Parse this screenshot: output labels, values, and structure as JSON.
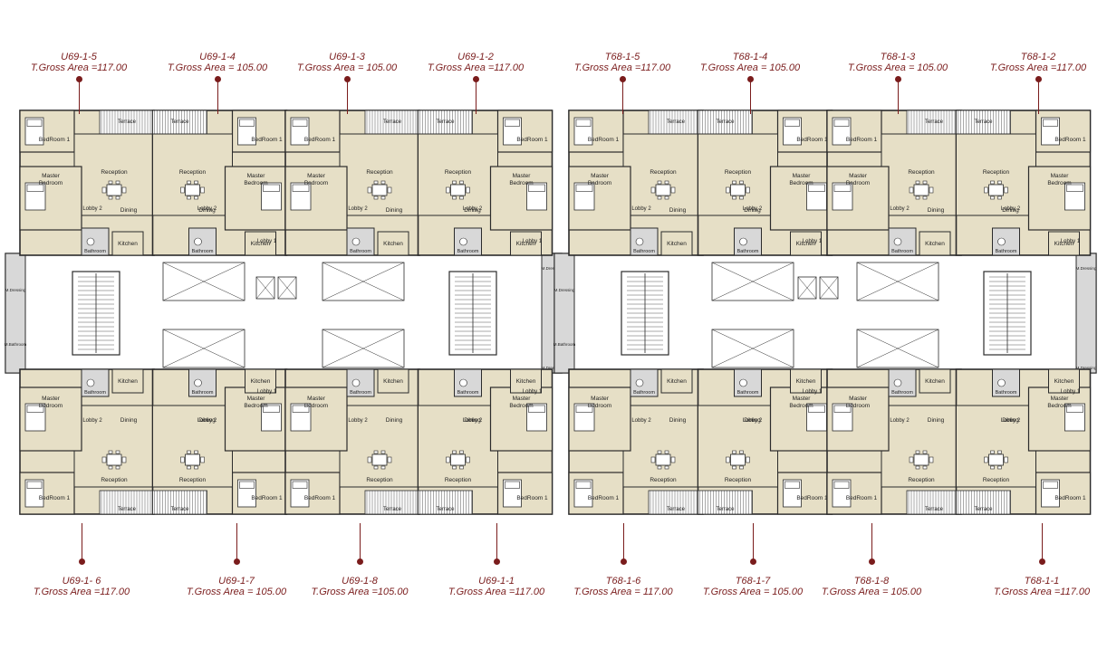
{
  "colors": {
    "label": "#7a1c1c",
    "room_fill": "#e6dfc6",
    "wall": "#2b2b2b",
    "core_fill": "#ffffff",
    "bath_fill": "#d8d8d8"
  },
  "units_top": [
    {
      "code": "U69-1-5",
      "area": "T.Gross Area =117.00"
    },
    {
      "code": "U69-1-4",
      "area": "T.Gross Area = 105.00"
    },
    {
      "code": "U69-1-3",
      "area": "T.Gross Area = 105.00"
    },
    {
      "code": "U69-1-2",
      "area": "T.Gross Area =117.00"
    },
    {
      "code": "T68-1-5",
      "area": "T.Gross Area =117.00"
    },
    {
      "code": "T68-1-4",
      "area": "T.Gross Area = 105.00"
    },
    {
      "code": "T68-1-3",
      "area": "T.Gross Area = 105.00"
    },
    {
      "code": "T68-1-2",
      "area": "T.Gross Area =117.00"
    }
  ],
  "units_bottom": [
    {
      "code": "U69-1- 6",
      "area": "T.Gross Area =117.00"
    },
    {
      "code": "U69-1-7",
      "area": "T.Gross Area = 105.00"
    },
    {
      "code": "U69-1-8",
      "area": "T.Gross Area =105.00"
    },
    {
      "code": "U69-1-1",
      "area": "T.Gross Area =117.00"
    },
    {
      "code": "T68-1-6",
      "area": "T.Gross Area = 117.00"
    },
    {
      "code": "T68-1-7",
      "area": "T.Gross Area = 105.00"
    },
    {
      "code": "T68-1-8",
      "area": "T.Gross Area = 105.00"
    },
    {
      "code": "T68-1-1",
      "area": "T.Gross Area =117.00"
    }
  ],
  "room_names": {
    "bedroom": "BedRoom 1",
    "reception": "Reception",
    "dining": "Dining",
    "kitchen": "Kitchen",
    "lobby": "Lobby 1",
    "lobby2": "Lobby 2",
    "master": "Master Bedroom",
    "bathroom": "Bathroom",
    "terrace": "Terrace",
    "dressing": "M.Dressing",
    "mbath": "M.Bathroom"
  }
}
